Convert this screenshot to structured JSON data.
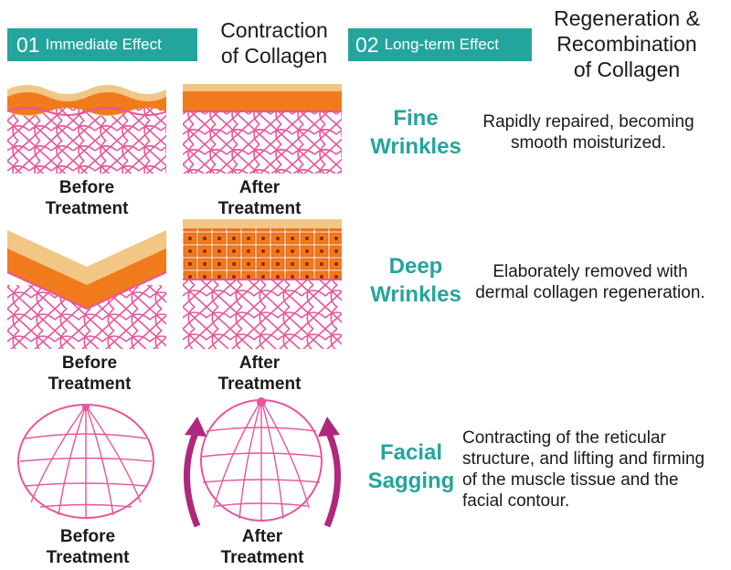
{
  "badges": [
    {
      "num": "01",
      "text": "Immediate Effect"
    },
    {
      "num": "02",
      "text": "Long-term Effect"
    }
  ],
  "headers": {
    "contraction": [
      "Contraction",
      "of Collagen"
    ],
    "regeneration": [
      "Regeneration &",
      "Recombination",
      "of Collagen"
    ]
  },
  "rows": [
    {
      "category": [
        "Fine",
        "Wrinkles"
      ],
      "description": [
        "Rapidly repaired, becoming",
        "smooth moisturized."
      ],
      "before": [
        "Before",
        "Treatment"
      ],
      "after": [
        "After",
        "Treatment"
      ]
    },
    {
      "category": [
        "Deep",
        "Wrinkles"
      ],
      "description": [
        "Elaborately removed with",
        "dermal collagen regeneration."
      ],
      "before": [
        "Before",
        "Treatment"
      ],
      "after": [
        "After",
        "Treatment"
      ]
    },
    {
      "category": [
        "Facial",
        "Sagging"
      ],
      "description": [
        "Contracting of the reticular",
        "structure, and lifting and firming",
        "of the muscle tissue and the",
        "facial contour."
      ],
      "before": [
        "Before",
        "Treatment"
      ],
      "after": [
        "After",
        "Treatment"
      ]
    }
  ],
  "colors": {
    "teal": "#23a59d",
    "pink": "#e8559b",
    "orange": "#f07a1c",
    "tan": "#f2c684",
    "magenta_arrow": "#b0287e"
  },
  "icons": [
    "skin-fine-before-illustration",
    "skin-fine-after-illustration",
    "skin-deep-before-illustration",
    "skin-deep-after-illustration",
    "face-mesh-before-illustration",
    "face-mesh-after-illustration",
    "lift-arrow-icon"
  ]
}
